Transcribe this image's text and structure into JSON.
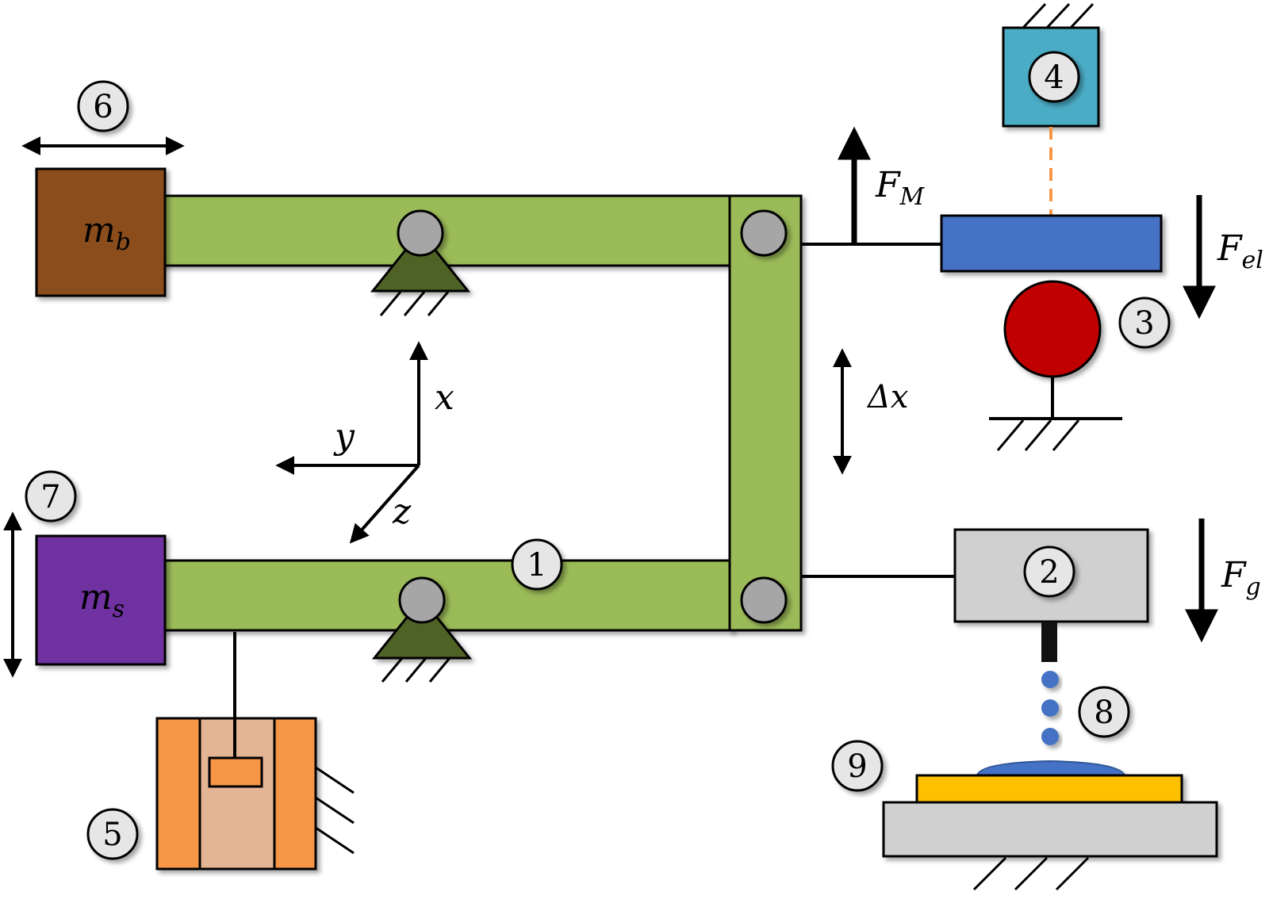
{
  "components": {
    "c1": "1",
    "c2": "2",
    "c3": "3",
    "c4": "4",
    "c5": "5",
    "c6": "6",
    "c7": "7",
    "c8": "8",
    "c9": "9"
  },
  "masses": {
    "balance": {
      "base": "m",
      "sub": "b"
    },
    "sample": {
      "base": "m",
      "sub": "s"
    }
  },
  "forces": {
    "magnetic": {
      "base": "F",
      "sub": "M"
    },
    "electrostatic": {
      "base": "F",
      "sub": "el"
    },
    "gravity": {
      "base": "F",
      "sub": "g"
    }
  },
  "displacement": "Δx",
  "axes": {
    "x": "x",
    "y": "y",
    "z": "z"
  },
  "colors": {
    "beam": "#9bbb59",
    "mass_b": "#8b4e1f",
    "mass_s": "#7030a0",
    "pivot_base": "#4f6228",
    "pivot_ball": "#a6a6a6",
    "sensor": "#4bacc6",
    "plate": "#4472c4",
    "ball": "#c00000",
    "dispenser": "#d0d0d0",
    "damper_outer": "#f79646",
    "damper_inner": "#e3b595",
    "substrate": "#ffc000",
    "stage": "#d0d0d0",
    "droplet": "#4472c4",
    "laser": "#f79646"
  }
}
